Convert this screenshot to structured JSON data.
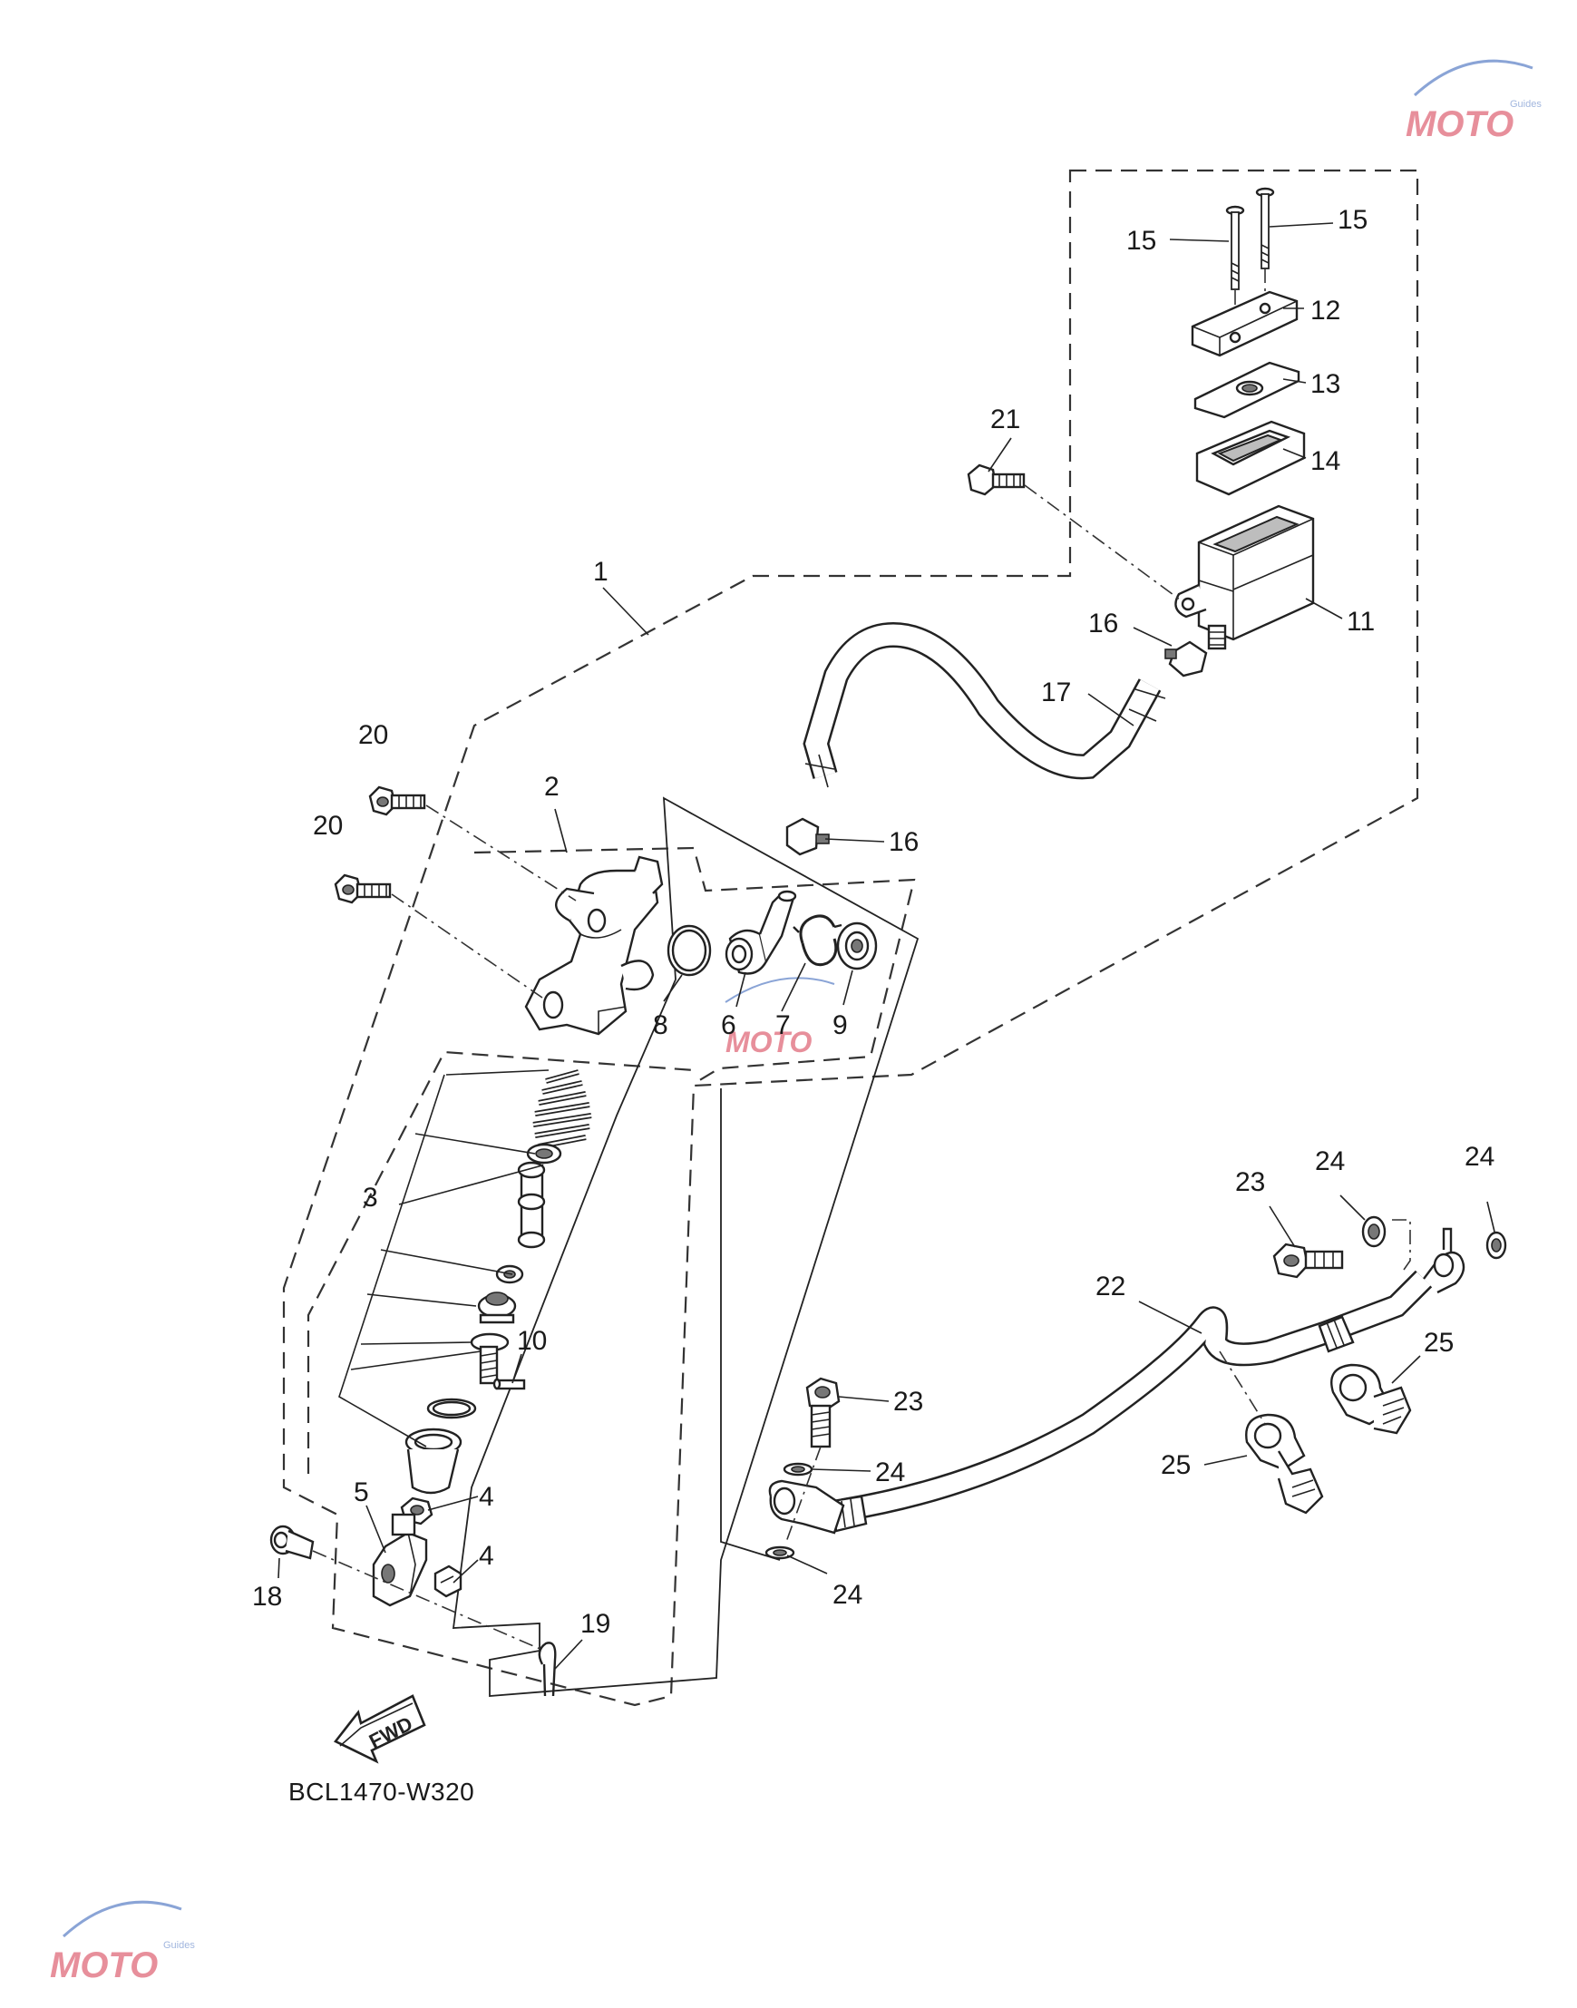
{
  "diagram_code": "BCL1470-W320",
  "fwd_label": "FWD",
  "watermark": {
    "brand": "MOTO",
    "tag": "Guides",
    "color": "#e06a7a"
  },
  "callouts": [
    {
      "id": "c1",
      "text": "1"
    },
    {
      "id": "c2",
      "text": "2"
    },
    {
      "id": "c3",
      "text": "3"
    },
    {
      "id": "c4a",
      "text": "4"
    },
    {
      "id": "c4b",
      "text": "4"
    },
    {
      "id": "c5",
      "text": "5"
    },
    {
      "id": "c6",
      "text": "6"
    },
    {
      "id": "c7",
      "text": "7"
    },
    {
      "id": "c8",
      "text": "8"
    },
    {
      "id": "c9",
      "text": "9"
    },
    {
      "id": "c10",
      "text": "10"
    },
    {
      "id": "c11",
      "text": "11"
    },
    {
      "id": "c12",
      "text": "12"
    },
    {
      "id": "c13",
      "text": "13"
    },
    {
      "id": "c14",
      "text": "14"
    },
    {
      "id": "c15a",
      "text": "15"
    },
    {
      "id": "c15b",
      "text": "15"
    },
    {
      "id": "c16a",
      "text": "16"
    },
    {
      "id": "c16b",
      "text": "16"
    },
    {
      "id": "c17",
      "text": "17"
    },
    {
      "id": "c18",
      "text": "18"
    },
    {
      "id": "c19",
      "text": "19"
    },
    {
      "id": "c20a",
      "text": "20"
    },
    {
      "id": "c20b",
      "text": "20"
    },
    {
      "id": "c21",
      "text": "21"
    },
    {
      "id": "c22",
      "text": "22"
    },
    {
      "id": "c23a",
      "text": "23"
    },
    {
      "id": "c23b",
      "text": "23"
    },
    {
      "id": "c24a",
      "text": "24"
    },
    {
      "id": "c24b",
      "text": "24"
    },
    {
      "id": "c24c",
      "text": "24"
    },
    {
      "id": "c24d",
      "text": "24"
    },
    {
      "id": "c25a",
      "text": "25"
    },
    {
      "id": "c25b",
      "text": "25"
    }
  ]
}
